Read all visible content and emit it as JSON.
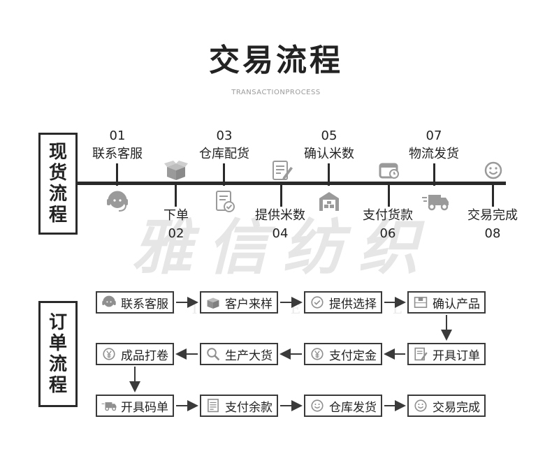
{
  "title": "交易流程",
  "subtitle": "TRANSACTIONPROCESS",
  "spot_section": {
    "label_chars": [
      "现",
      "货",
      "流",
      "程"
    ],
    "steps": [
      {
        "number": "01",
        "label": "联系客服",
        "icon": "headset-icon",
        "position": "top"
      },
      {
        "number": "02",
        "label": "下单",
        "icon": "open-box-icon",
        "position": "bottom"
      },
      {
        "number": "03",
        "label": "仓库配货",
        "icon": "checklist-doc-icon",
        "position": "top"
      },
      {
        "number": "04",
        "label": "提供米数",
        "icon": "notepad-pen-icon",
        "position": "bottom"
      },
      {
        "number": "05",
        "label": "确认米数",
        "icon": "warehouse-icon",
        "position": "top"
      },
      {
        "number": "06",
        "label": "支付货款",
        "icon": "wallet-icon",
        "position": "bottom"
      },
      {
        "number": "07",
        "label": "物流发货",
        "icon": "truck-icon",
        "position": "top"
      },
      {
        "number": "08",
        "label": "交易完成",
        "icon": "smiley-icon",
        "position": "bottom"
      }
    ]
  },
  "order_section": {
    "label_chars": [
      "订",
      "单",
      "流",
      "程"
    ],
    "rows": [
      [
        {
          "label": "联系客服",
          "icon": "headset-icon"
        },
        {
          "label": "客户来样",
          "icon": "open-box-icon"
        },
        {
          "label": "提供选择",
          "icon": "check-circle-icon"
        },
        {
          "label": "确认产品",
          "icon": "product-box-icon"
        }
      ],
      [
        {
          "label": "成品打卷",
          "icon": "yen-circle-icon"
        },
        {
          "label": "生产大货",
          "icon": "magnifier-icon"
        },
        {
          "label": "支付定金",
          "icon": "yen-circle-icon"
        },
        {
          "label": "开具订单",
          "icon": "doc-pen-icon"
        }
      ],
      [
        {
          "label": "开具码单",
          "icon": "truck-icon"
        },
        {
          "label": "支付余款",
          "icon": "list-doc-icon"
        },
        {
          "label": "仓库发货",
          "icon": "smiley-icon"
        },
        {
          "label": "交易完成",
          "icon": "smiley-icon"
        }
      ]
    ]
  },
  "watermark": {
    "text": "雅信纺织",
    "subtext": "YAXIN TEXTILE"
  },
  "colors": {
    "line": "#2a2a2a",
    "icon": "#9a9a9a",
    "text": "#222222",
    "watermark": "#e6e6e6"
  }
}
